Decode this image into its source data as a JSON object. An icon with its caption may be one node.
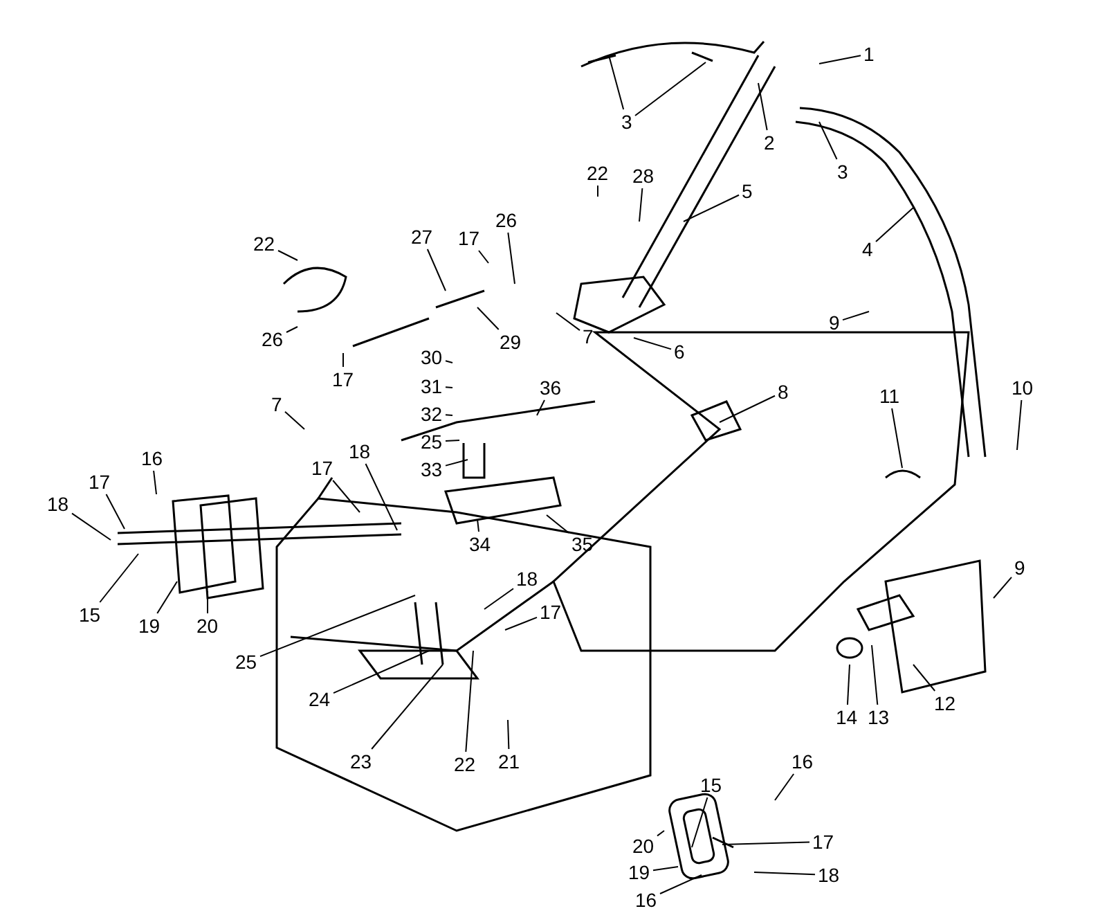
{
  "diagram": {
    "nodes": [
      {
        "text": [
          "1"
        ]
      },
      {
        "text": [
          "3"
        ]
      },
      {
        "text": [
          "2"
        ]
      },
      {
        "text": [
          "3"
        ]
      },
      {
        "text": [
          "5"
        ]
      },
      {
        "text": [
          "4"
        ]
      },
      {
        "text": [
          "22"
        ]
      },
      {
        "text": [
          "28"
        ]
      },
      {
        "text": [
          "22"
        ]
      },
      {
        "text": [
          "27"
        ]
      },
      {
        "text": [
          "17"
        ]
      },
      {
        "text": [
          "26"
        ]
      },
      {
        "text": [
          "26"
        ]
      },
      {
        "text": [
          "17"
        ]
      },
      {
        "text": [
          "30"
        ]
      },
      {
        "text": [
          "29"
        ]
      },
      {
        "text": [
          "7"
        ]
      },
      {
        "text": [
          "6"
        ]
      },
      {
        "text": [
          "9"
        ]
      },
      {
        "text": [
          "8"
        ]
      },
      {
        "text": [
          "11"
        ]
      },
      {
        "text": [
          "10"
        ]
      },
      {
        "text": [
          "31"
        ]
      },
      {
        "text": [
          "32"
        ]
      },
      {
        "text": [
          "7"
        ]
      },
      {
        "text": [
          "36"
        ]
      },
      {
        "text": [
          "16"
        ]
      },
      {
        "text": [
          "25"
        ]
      },
      {
        "text": [
          "33"
        ]
      },
      {
        "text": [
          "17"
        ]
      },
      {
        "text": [
          "18"
        ]
      },
      {
        "text": [
          "17"
        ]
      },
      {
        "text": [
          "18"
        ]
      },
      {
        "text": [
          "15"
        ]
      },
      {
        "text": [
          "19"
        ]
      },
      {
        "text": [
          "20"
        ]
      },
      {
        "text": [
          "34"
        ]
      },
      {
        "text": [
          "35"
        ]
      },
      {
        "text": [
          "18"
        ]
      },
      {
        "text": [
          "17"
        ]
      },
      {
        "text": [
          "9"
        ]
      },
      {
        "text": [
          "25"
        ]
      },
      {
        "text": [
          "24"
        ]
      },
      {
        "text": [
          "23"
        ]
      },
      {
        "text": [
          "22"
        ]
      },
      {
        "text": [
          "21"
        ]
      },
      {
        "text": [
          "14"
        ]
      },
      {
        "text": [
          "13"
        ]
      },
      {
        "text": [
          "12"
        ]
      },
      {
        "text": [
          "15"
        ]
      },
      {
        "text": [
          "16"
        ]
      },
      {
        "text": [
          "20"
        ]
      },
      {
        "text": [
          "17"
        ]
      },
      {
        "text": [
          "19"
        ]
      },
      {
        "text": [
          "16"
        ]
      },
      {
        "text": [
          "18"
        ]
      }
    ],
    "edges": [
      {
        "from": 0,
        "to": null,
        "arrow": "none"
      },
      {
        "from": 1,
        "to": null,
        "arrow": "none"
      },
      {
        "from": 1,
        "to": null,
        "arrow": "none"
      },
      {
        "from": 2,
        "to": null,
        "arrow": "none"
      },
      {
        "from": 3,
        "to": null,
        "arrow": "none"
      },
      {
        "from": 4,
        "to": null,
        "arrow": "none"
      },
      {
        "from": 5,
        "to": null,
        "arrow": "none"
      },
      {
        "from": 6,
        "to": null,
        "arrow": "none"
      },
      {
        "from": 7,
        "to": null,
        "arrow": "none"
      },
      {
        "from": 8,
        "to": null,
        "arrow": "none"
      },
      {
        "from": 9,
        "to": null,
        "arrow": "none"
      },
      {
        "from": 10,
        "to": null,
        "arrow": "none"
      },
      {
        "from": 11,
        "to": null,
        "arrow": "none"
      },
      {
        "from": 12,
        "to": null,
        "arrow": "none"
      },
      {
        "from": 13,
        "to": null,
        "arrow": "none"
      },
      {
        "from": 14,
        "to": null,
        "arrow": "none"
      },
      {
        "from": 15,
        "to": null,
        "arrow": "none"
      },
      {
        "from": 16,
        "to": null,
        "arrow": "none"
      },
      {
        "from": 17,
        "to": null,
        "arrow": "none"
      },
      {
        "from": 18,
        "to": null,
        "arrow": "none"
      },
      {
        "from": 19,
        "to": null,
        "arrow": "none"
      },
      {
        "from": 20,
        "to": null,
        "arrow": "none"
      },
      {
        "from": 21,
        "to": null,
        "arrow": "none"
      },
      {
        "from": 22,
        "to": null,
        "arrow": "none"
      },
      {
        "from": 23,
        "to": null,
        "arrow": "none"
      },
      {
        "from": 24,
        "to": null,
        "arrow": "none"
      },
      {
        "from": 25,
        "to": null,
        "arrow": "none"
      },
      {
        "from": 26,
        "to": null,
        "arrow": "none"
      },
      {
        "from": 27,
        "to": null,
        "arrow": "none"
      },
      {
        "from": 28,
        "to": null,
        "arrow": "none"
      },
      {
        "from": 29,
        "to": null,
        "arrow": "none"
      },
      {
        "from": 30,
        "to": null,
        "arrow": "none"
      },
      {
        "from": 31,
        "to": null,
        "arrow": "none"
      },
      {
        "from": 32,
        "to": null,
        "arrow": "none"
      },
      {
        "from": 33,
        "to": null,
        "arrow": "none"
      },
      {
        "from": 34,
        "to": null,
        "arrow": "none"
      },
      {
        "from": 35,
        "to": null,
        "arrow": "none"
      },
      {
        "from": 36,
        "to": null,
        "arrow": "none"
      },
      {
        "from": 37,
        "to": null,
        "arrow": "none"
      },
      {
        "from": 38,
        "to": null,
        "arrow": "none"
      },
      {
        "from": 39,
        "to": null,
        "arrow": "none"
      },
      {
        "from": 40,
        "to": null,
        "arrow": "none"
      },
      {
        "from": 41,
        "to": null,
        "arrow": "none"
      },
      {
        "from": 42,
        "to": null,
        "arrow": "none"
      },
      {
        "from": 43,
        "to": null,
        "arrow": "none"
      },
      {
        "from": 44,
        "to": null,
        "arrow": "none"
      },
      {
        "from": 45,
        "to": null,
        "arrow": "none"
      },
      {
        "from": 46,
        "to": null,
        "arrow": "none"
      },
      {
        "from": 47,
        "to": null,
        "arrow": "none"
      },
      {
        "from": 48,
        "to": null,
        "arrow": "none"
      },
      {
        "from": 49,
        "to": null,
        "arrow": "none"
      },
      {
        "from": 50,
        "to": null,
        "arrow": "none"
      },
      {
        "from": 51,
        "to": null,
        "arrow": "none"
      },
      {
        "from": 52,
        "to": null,
        "arrow": "none"
      },
      {
        "from": 53,
        "to": null,
        "arrow": "none"
      },
      {
        "from": 54,
        "to": null,
        "arrow": "none"
      },
      {
        "from": 55,
        "to": null,
        "arrow": "none"
      }
    ]
  }
}
